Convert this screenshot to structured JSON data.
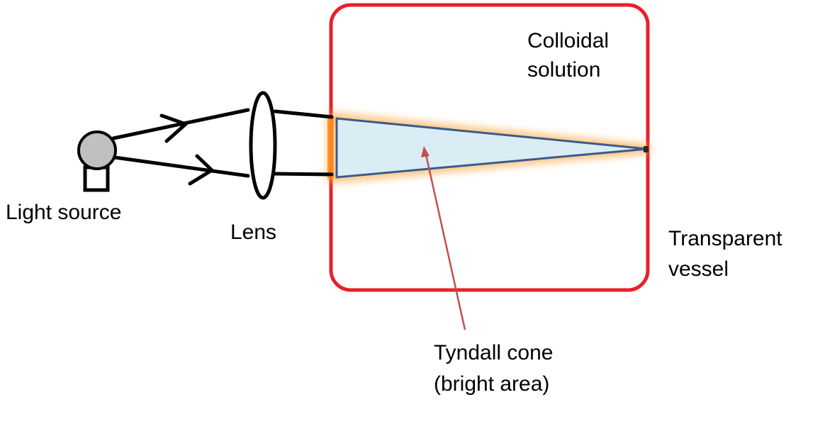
{
  "labels": {
    "light_source": "Light source",
    "lens": "Lens",
    "colloidal_line1": "Colloidal",
    "colloidal_line2": "solution",
    "vessel_line1": "Transparent",
    "vessel_line2": "vessel",
    "tyndall_line1": "Tyndall cone",
    "tyndall_line2": "(bright area)"
  },
  "colors": {
    "vessel_border": "#e8202a",
    "cone_fill": "#daedf4",
    "cone_stroke": "#3c5a8a",
    "glow": "#ffa43a",
    "pointer_arrow": "#c0504d",
    "bulb_fill": "#c0c0c0",
    "ray": "#000000"
  }
}
